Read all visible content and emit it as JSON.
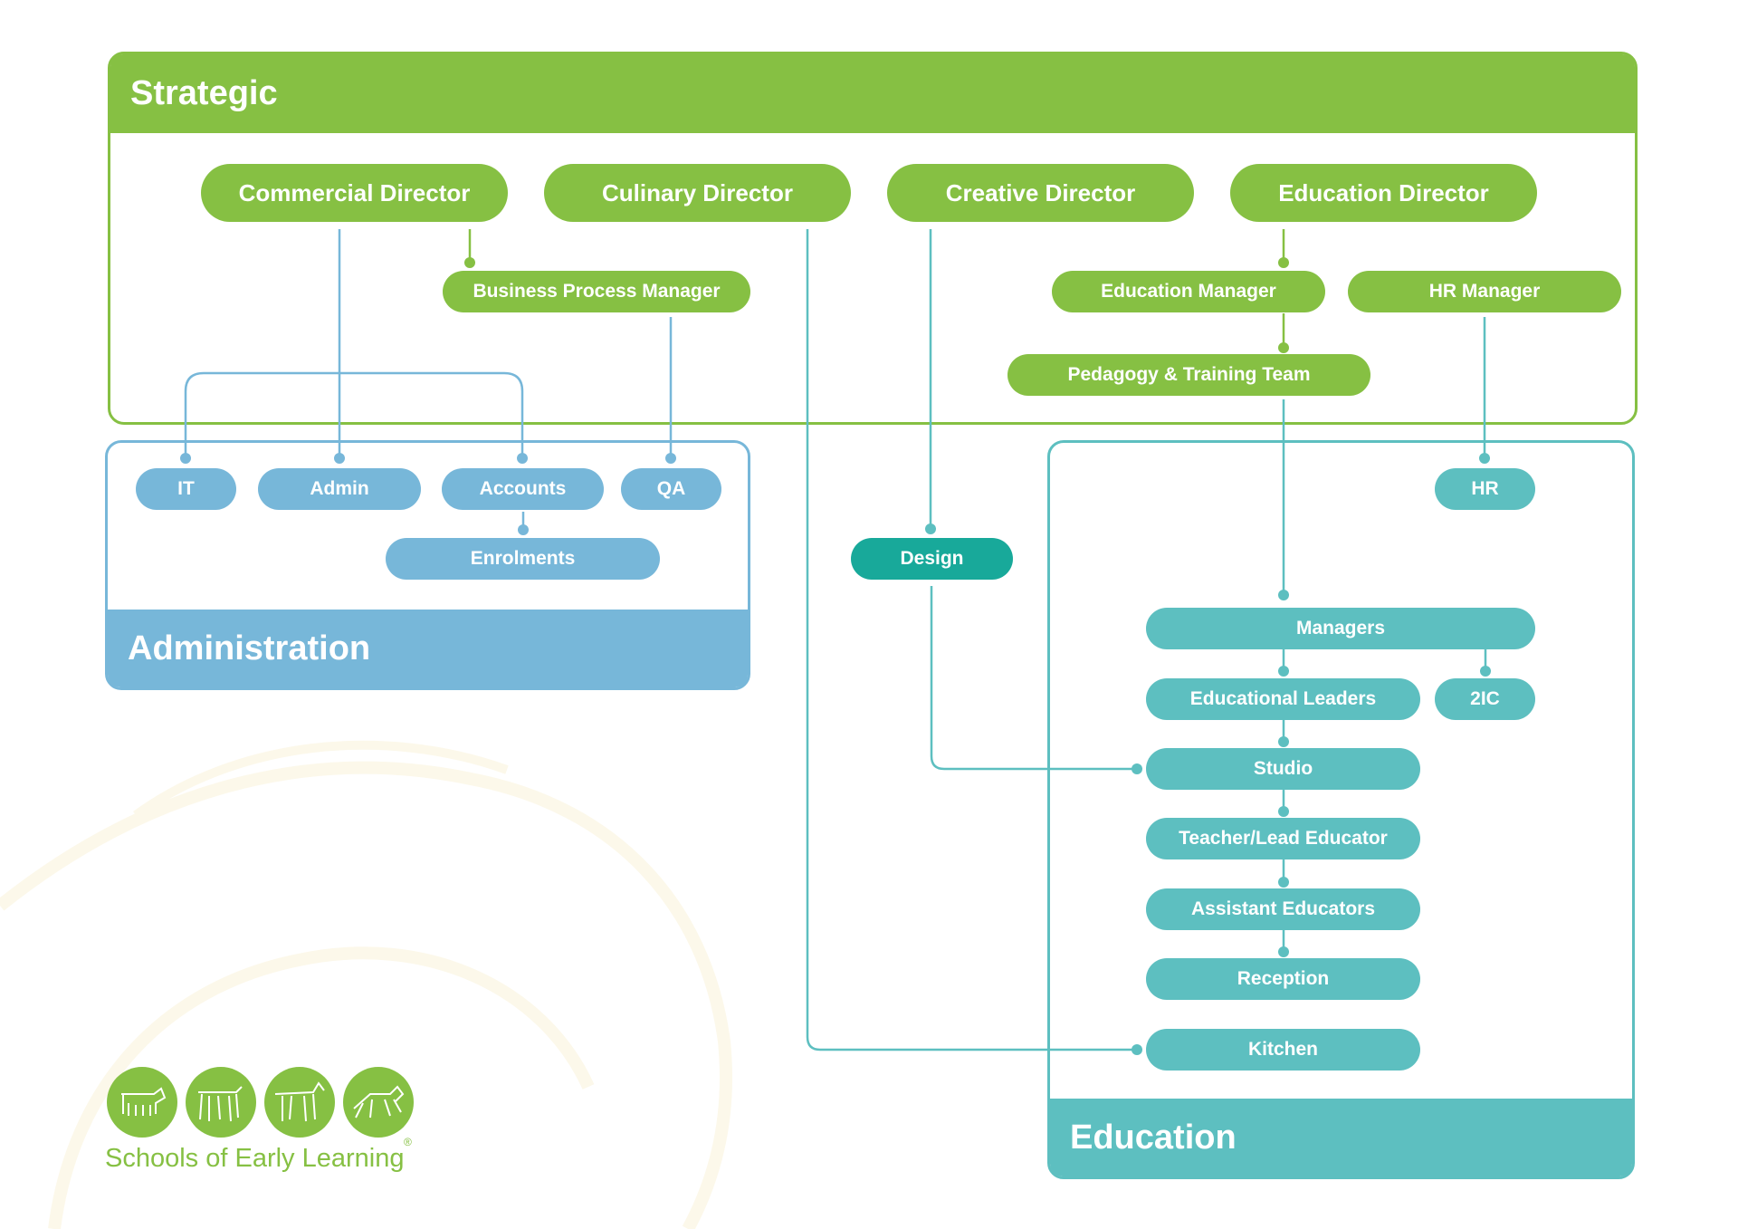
{
  "sections": {
    "strategic": "Strategic",
    "administration": "Administration",
    "education": "Education"
  },
  "strategic": {
    "commercial_director": "Commercial Director",
    "culinary_director": "Culinary Director",
    "creative_director": "Creative Director",
    "education_director": "Education Director",
    "business_process_manager": "Business Process Manager",
    "education_manager": "Education Manager",
    "hr_manager": "HR Manager",
    "pedagogy_team": "Pedagogy & Training Team"
  },
  "administration": {
    "it": "IT",
    "admin": "Admin",
    "accounts": "Accounts",
    "qa": "QA",
    "enrolments": "Enrolments"
  },
  "design": "Design",
  "education": {
    "hr": "HR",
    "managers": "Managers",
    "educational_leaders": "Educational Leaders",
    "two_ic": "2IC",
    "studio": "Studio",
    "teacher": "Teacher/Lead Educator",
    "assistant": "Assistant Educators",
    "reception": "Reception",
    "kitchen": "Kitchen"
  },
  "logo": {
    "text": "Schools of Early Learning",
    "reg": "®"
  },
  "colors": {
    "strategic_green": "#86c043",
    "admin_blue": "#77b7d9",
    "education_teal": "#5dbfc0",
    "design_teal": "#18a99a"
  }
}
